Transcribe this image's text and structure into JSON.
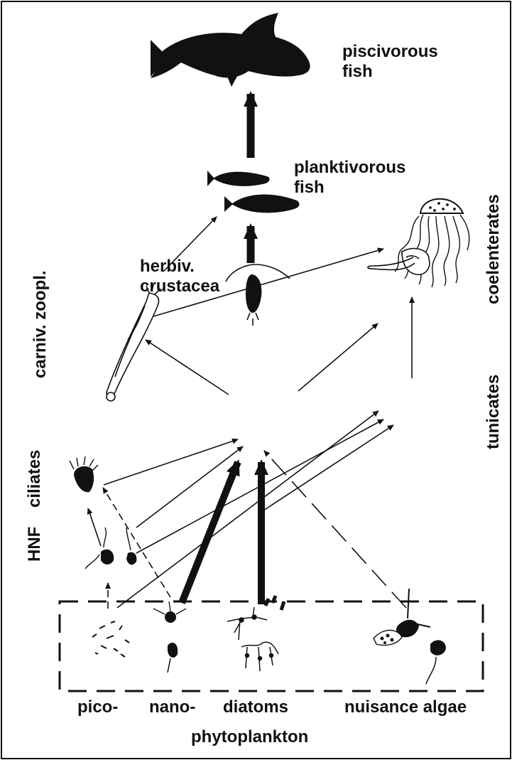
{
  "diagram": {
    "nodes": {
      "piscivorous_fish": {
        "line1": "piscivorous",
        "line2": "fish"
      },
      "planktivorous_fish": {
        "line1": "planktivorous",
        "line2": "fish"
      },
      "coelenterates": {
        "label": "coelenterates"
      },
      "carnivorous_zooplankton": {
        "label": "carniv. zoopl."
      },
      "herbivorous_crustacea": {
        "line1": "herbiv.",
        "line2": "crustacea"
      },
      "tunicates": {
        "label": "tunicates"
      },
      "ciliates": {
        "label": "ciliates"
      },
      "hnf": {
        "label": "HNF"
      },
      "pico": {
        "label": "pico-"
      },
      "nano": {
        "label": "nano-"
      },
      "diatoms": {
        "label": "diatoms"
      },
      "nuisance_algae": {
        "label": "nuisance algae"
      }
    },
    "group_label": "phytoplankton",
    "edges": [
      {
        "from": "planktivorous fish",
        "to": "piscivorous fish",
        "weight": "heavy"
      },
      {
        "from": "herbiv. crustacea",
        "to": "planktivorous fish",
        "weight": "heavy"
      },
      {
        "from": "carniv. zoopl.",
        "to": "planktivorous fish",
        "weight": "light"
      },
      {
        "from": "carniv. zoopl.",
        "to": "coelenterates",
        "weight": "light"
      },
      {
        "from": "herbiv. crustacea",
        "to": "carniv. zoopl.",
        "weight": "light"
      },
      {
        "from": "herbiv. crustacea",
        "to": "coelenterates",
        "weight": "light"
      },
      {
        "from": "tunicates",
        "to": "coelenterates",
        "weight": "light"
      },
      {
        "from": "ciliates",
        "to": "herbiv. crustacea",
        "weight": "light"
      },
      {
        "from": "HNF",
        "to": "ciliates",
        "weight": "light"
      },
      {
        "from": "HNF",
        "to": "herbiv. crustacea",
        "weight": "light"
      },
      {
        "from": "HNF",
        "to": "tunicates",
        "weight": "light"
      },
      {
        "from": "pico-",
        "to": "HNF",
        "weight": "light"
      },
      {
        "from": "pico-",
        "to": "tunicates",
        "weight": "light"
      },
      {
        "from": "nano-",
        "to": "ciliates",
        "weight": "light"
      },
      {
        "from": "nano-",
        "to": "herbiv. crustacea",
        "weight": "heavy"
      },
      {
        "from": "diatoms",
        "to": "herbiv. crustacea",
        "weight": "heavy"
      },
      {
        "from": "diatoms",
        "to": "tunicates",
        "weight": "light"
      },
      {
        "from": "nuisance algae",
        "to": "herbiv. crustacea",
        "weight": "light"
      }
    ]
  }
}
